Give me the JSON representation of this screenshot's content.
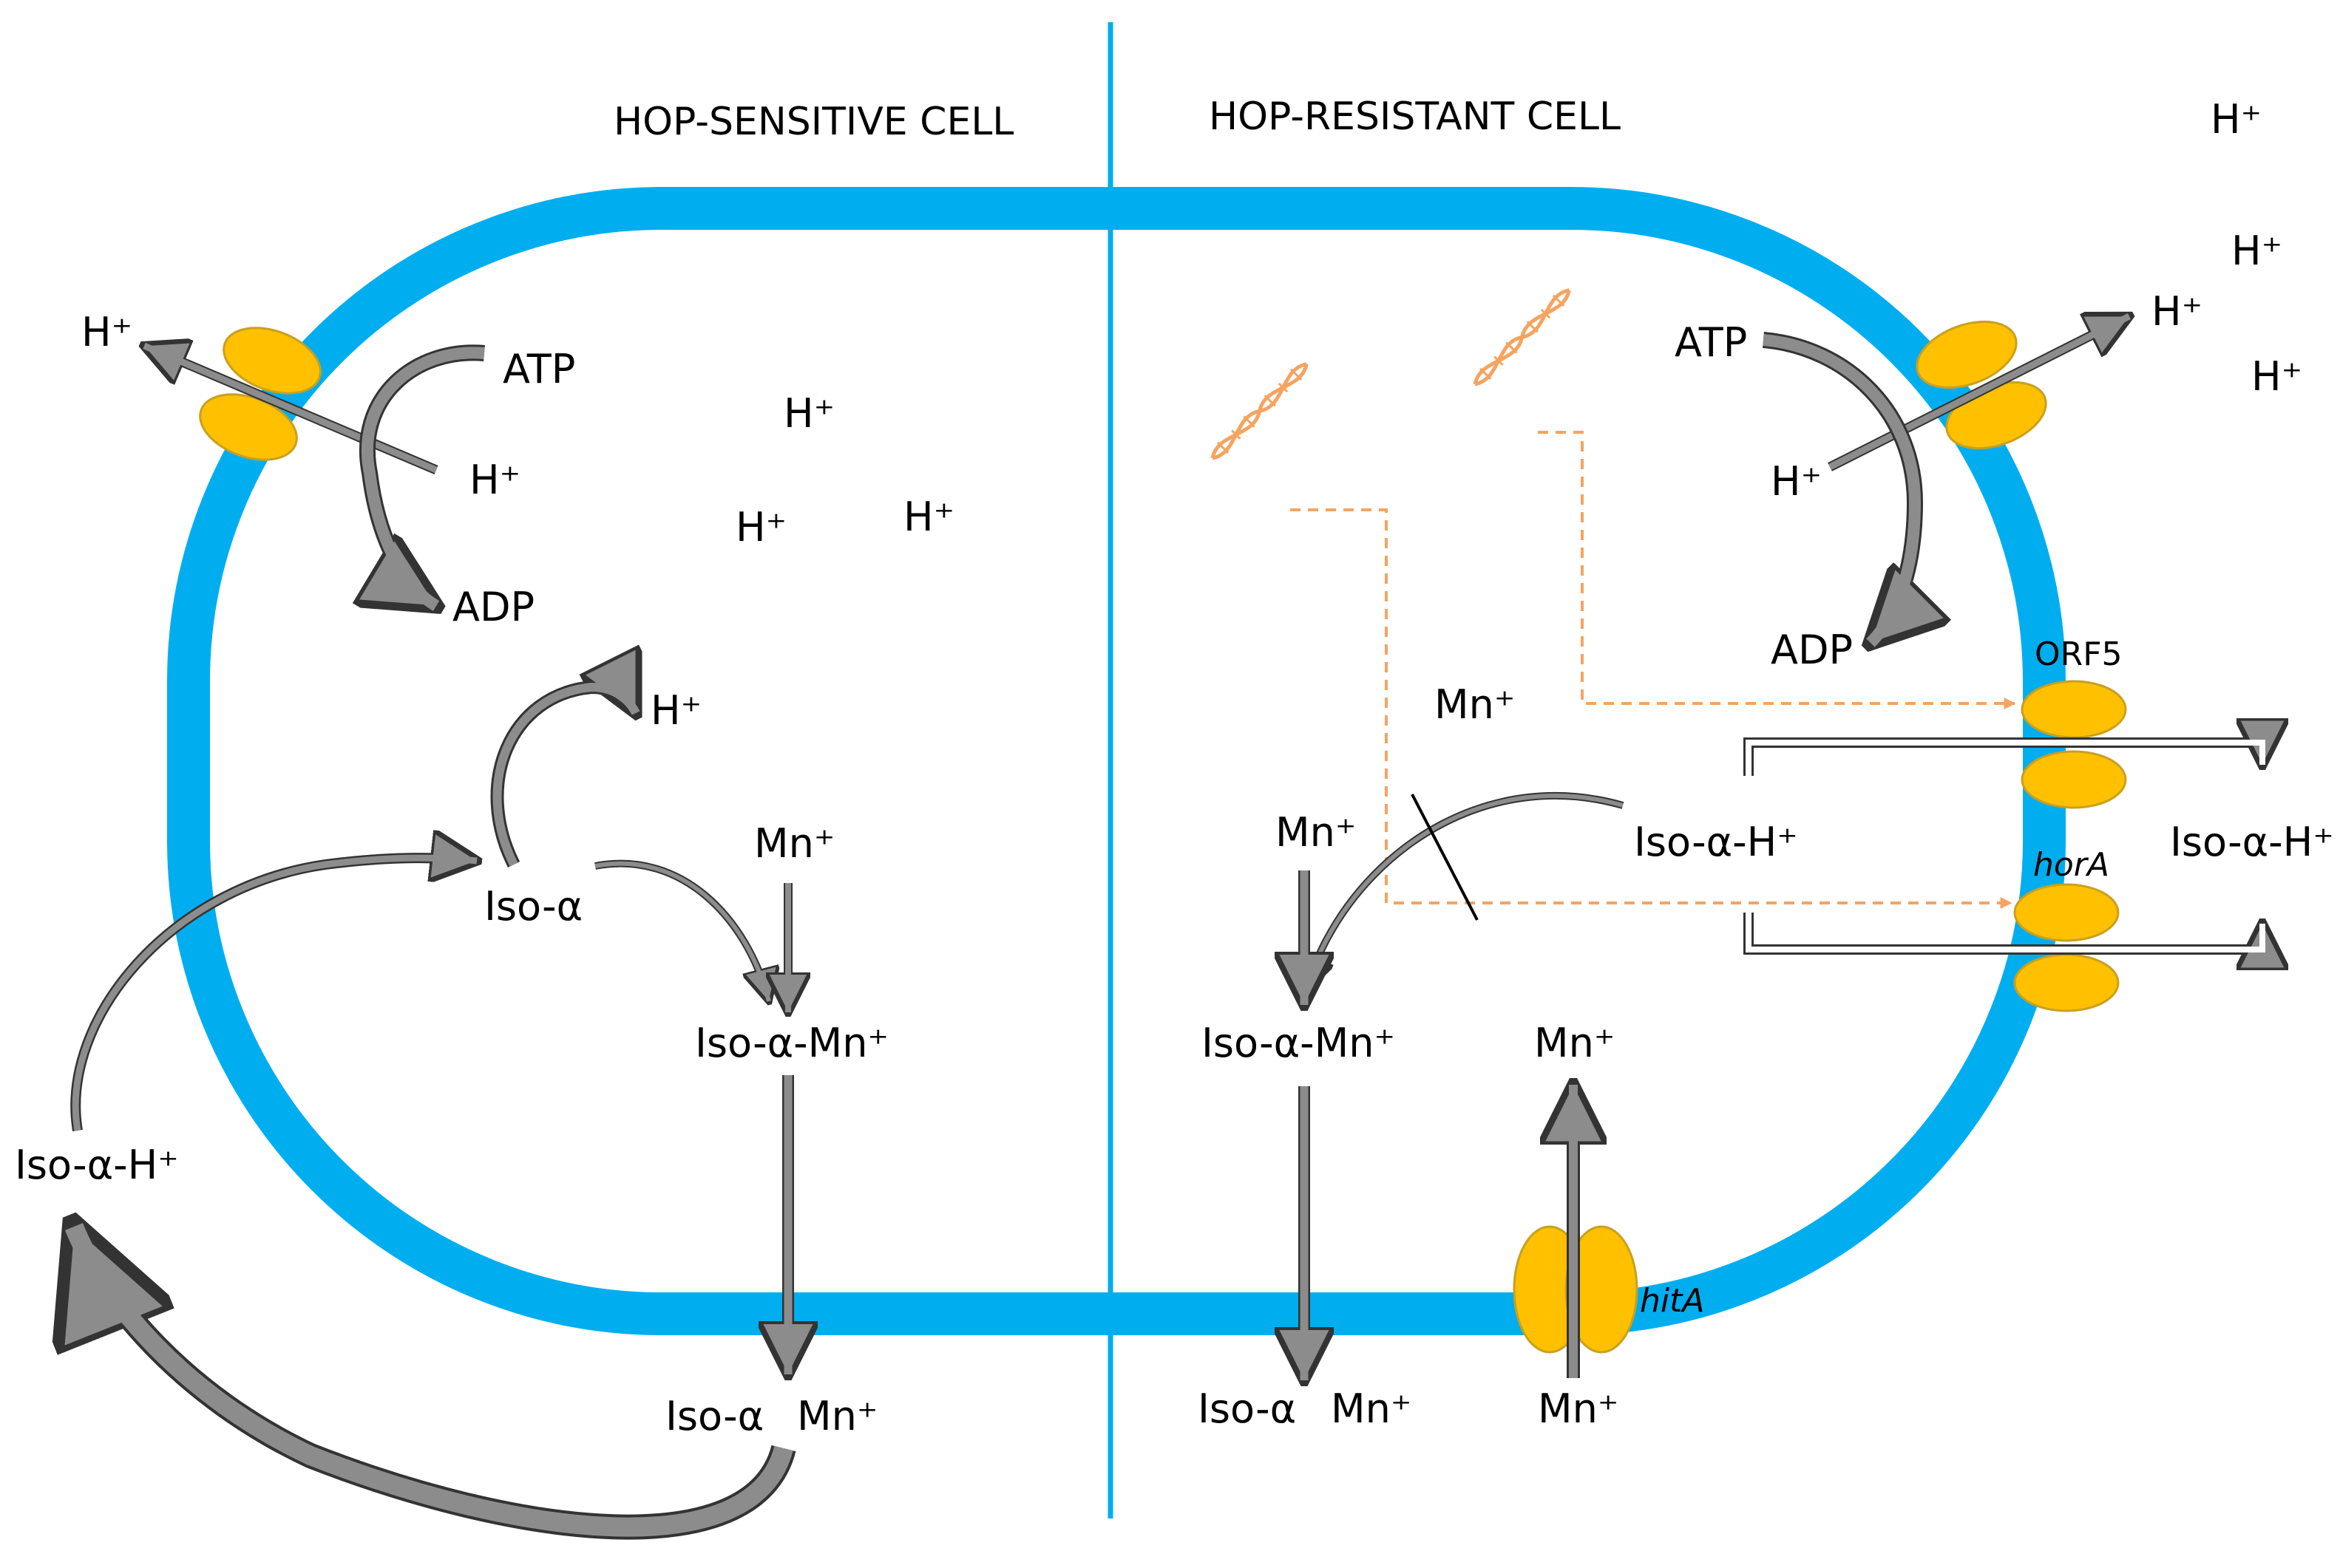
{
  "panels": {
    "sensitive_title": "HOP-SENSITIVE CELL",
    "resistant_title": "HOP-RESISTANT CELL"
  },
  "sensitive": {
    "h_out_pump": "H⁺",
    "atp": "ATP",
    "h_in_pump": "H⁺",
    "adp": "ADP",
    "h_free_1": "H⁺",
    "h_free_2": "H⁺",
    "h_free_3": "H⁺",
    "h_release": "H⁺",
    "iso_alpha": "Iso-α",
    "mn_in": "Mn⁺",
    "iso_alpha_mn": "Iso-α-Mn⁺",
    "iso_alpha_out": "Iso-α",
    "mn_out": "Mn⁺",
    "iso_alpha_h_out": "Iso-α-H⁺"
  },
  "resistant": {
    "h_out_1": "H⁺",
    "h_out_2": "H⁺",
    "h_out_3": "H⁺",
    "h_out_4": "H⁺",
    "atp": "ATP",
    "h_in_pump": "H⁺",
    "adp": "ADP",
    "orf5": "ORF5",
    "mn_free": "Mn⁺",
    "mn_in": "Mn⁺",
    "iso_alpha_h_in": "Iso-α-H⁺",
    "iso_alpha_h_out": "Iso-α-H⁺",
    "hora": "horA",
    "iso_alpha_mn": "Iso-α-Mn⁺",
    "mn_uptake": "Mn⁺",
    "iso_alpha_out": "Iso-α",
    "mn_out": "Mn⁺",
    "mn_hita_out": "Mn⁺",
    "hita": "hitA"
  },
  "colors": {
    "membrane": "#00AEEF",
    "transporter": "#FFC000",
    "transporter_edge": "#C9A020",
    "arrow_fill": "#8C8C8C",
    "gene_signal": "#F4A460",
    "dna": "#F4A460"
  }
}
